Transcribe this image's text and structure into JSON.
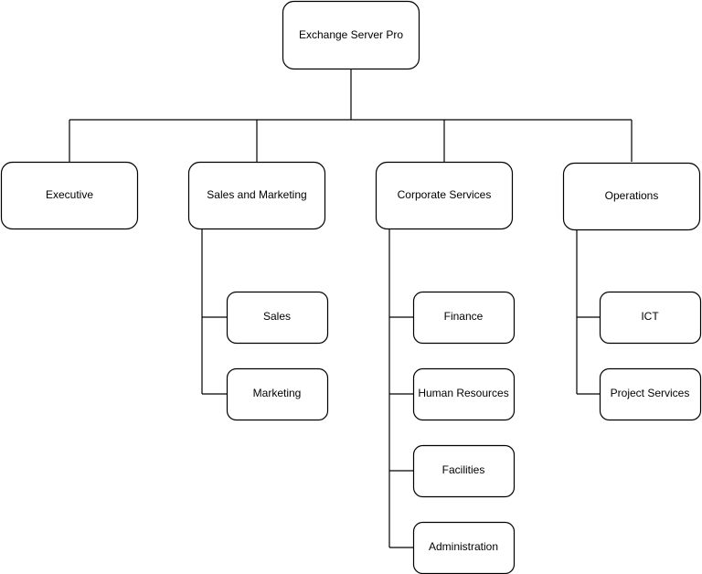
{
  "root": {
    "label": "Exchange Server Pro"
  },
  "departments": [
    {
      "label": "Executive",
      "children": []
    },
    {
      "label": "Sales and Marketing",
      "children": [
        {
          "label": "Sales"
        },
        {
          "label": "Marketing"
        }
      ]
    },
    {
      "label": "Corporate Services",
      "children": [
        {
          "label": "Finance"
        },
        {
          "label": "Human Resources"
        },
        {
          "label": "Facilities"
        },
        {
          "label": "Administration"
        }
      ]
    },
    {
      "label": "Operations",
      "children": [
        {
          "label": "ICT"
        },
        {
          "label": "Project Services"
        }
      ]
    }
  ]
}
